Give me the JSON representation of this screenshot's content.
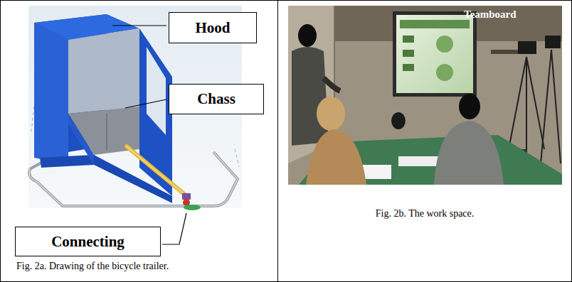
{
  "diagram": {
    "nodes": [
      {
        "text": [
          "Fig. 2a. Drawing of the bicycle trailer."
        ]
      },
      {
        "text": [
          "Hood"
        ],
        "in": 0
      },
      {
        "text": [
          "Chass"
        ],
        "in": 0
      },
      {
        "text": [
          "Connecting"
        ],
        "in": 0
      },
      {
        "text": [
          "Fig. 2b. The work space."
        ]
      }
    ],
    "labels": [
      "Teamboard"
    ]
  }
}
